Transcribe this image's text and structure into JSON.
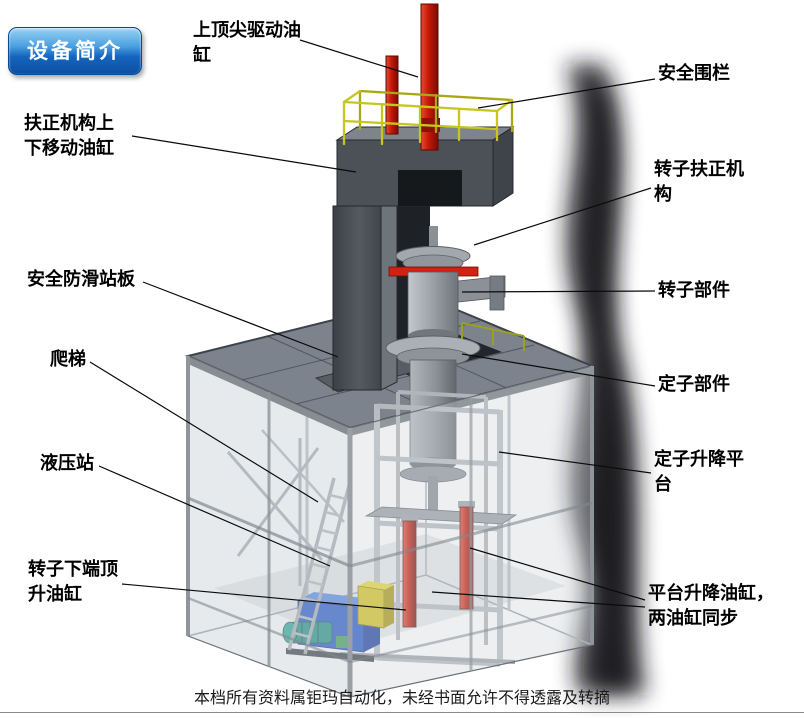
{
  "badge": {
    "label": "设备简介"
  },
  "labels": {
    "top_cylinder": "上顶尖驱动油\n缸",
    "safety_fence": "安全围栏",
    "centering_cylinder": "扶正机构上\n下移动油缸",
    "rotor_centering": "转子扶正机\n构",
    "anti_slip_board": "安全防滑站板",
    "rotor_part": "转子部件",
    "ladder": "爬梯",
    "stator_part": "定子部件",
    "hydraulic_station": "液压站",
    "stator_platform": "定子升降平\n台",
    "bottom_jack_cylinder": "转子下端顶\n升油缸",
    "platform_cylinders": "平台升降油缸，\n两油缸同步"
  },
  "footer": {
    "text": "本档所有资料属钜玛自动化，未经书面允许不得透露及转摘"
  },
  "colors": {
    "badge_blue": "#1565c0",
    "cylinder_red": "#c41808",
    "fence_yellow": "#c6c61e",
    "tank_blue": "#2356c8",
    "pump_teal": "#1f8f85",
    "structure_gray": "#9aa0a6",
    "plate_gray": "#7c838c"
  }
}
